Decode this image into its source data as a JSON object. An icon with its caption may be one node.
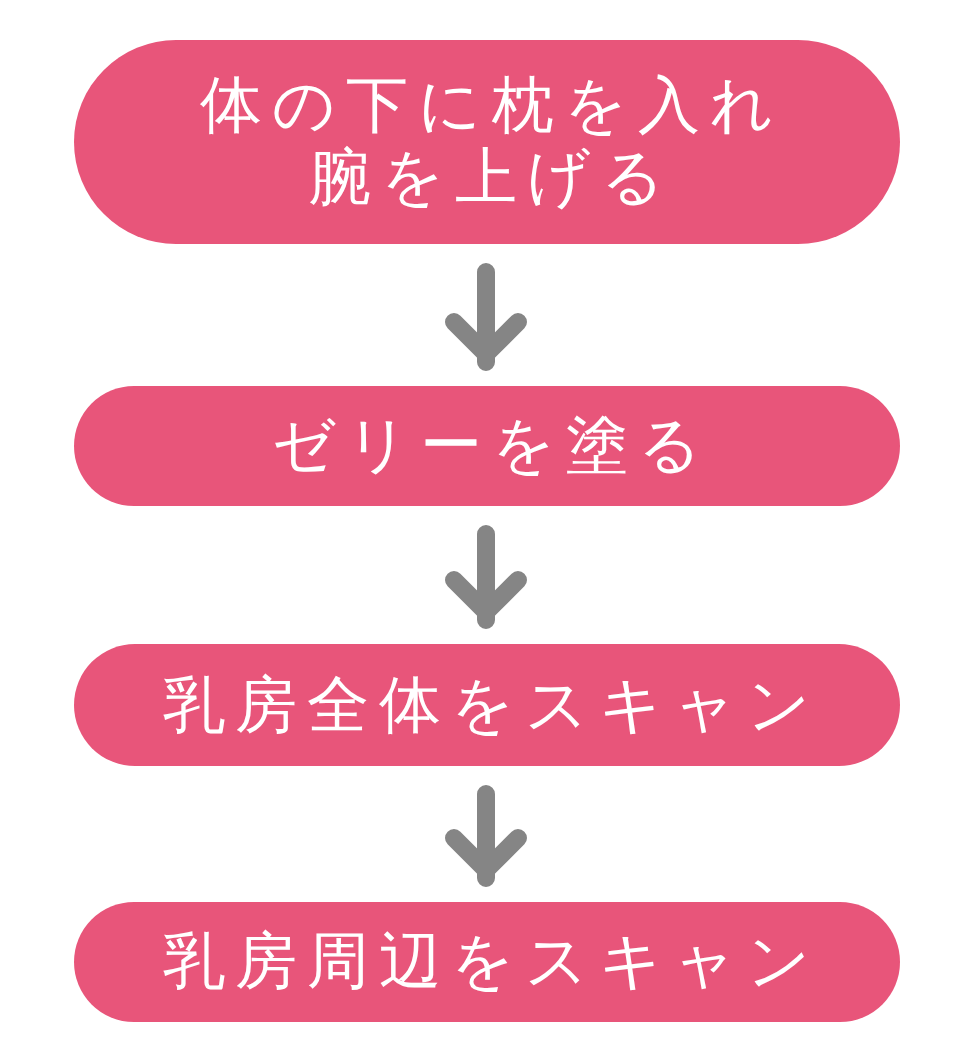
{
  "diagram": {
    "nodes": [
      {
        "text": [
          "体の下に枕を入れ腕を上げる"
        ]
      },
      {
        "text": [
          "ゼリーを塗る"
        ]
      },
      {
        "text": [
          "乳房全体をスキャン"
        ]
      },
      {
        "text": [
          "乳房周辺をスキャン"
        ]
      }
    ],
    "edges": [
      {
        "from": 0,
        "to": 1,
        "arrow": "to"
      },
      {
        "from": 1,
        "to": 2,
        "arrow": "to"
      },
      {
        "from": 2,
        "to": 3,
        "arrow": "to"
      }
    ]
  }
}
